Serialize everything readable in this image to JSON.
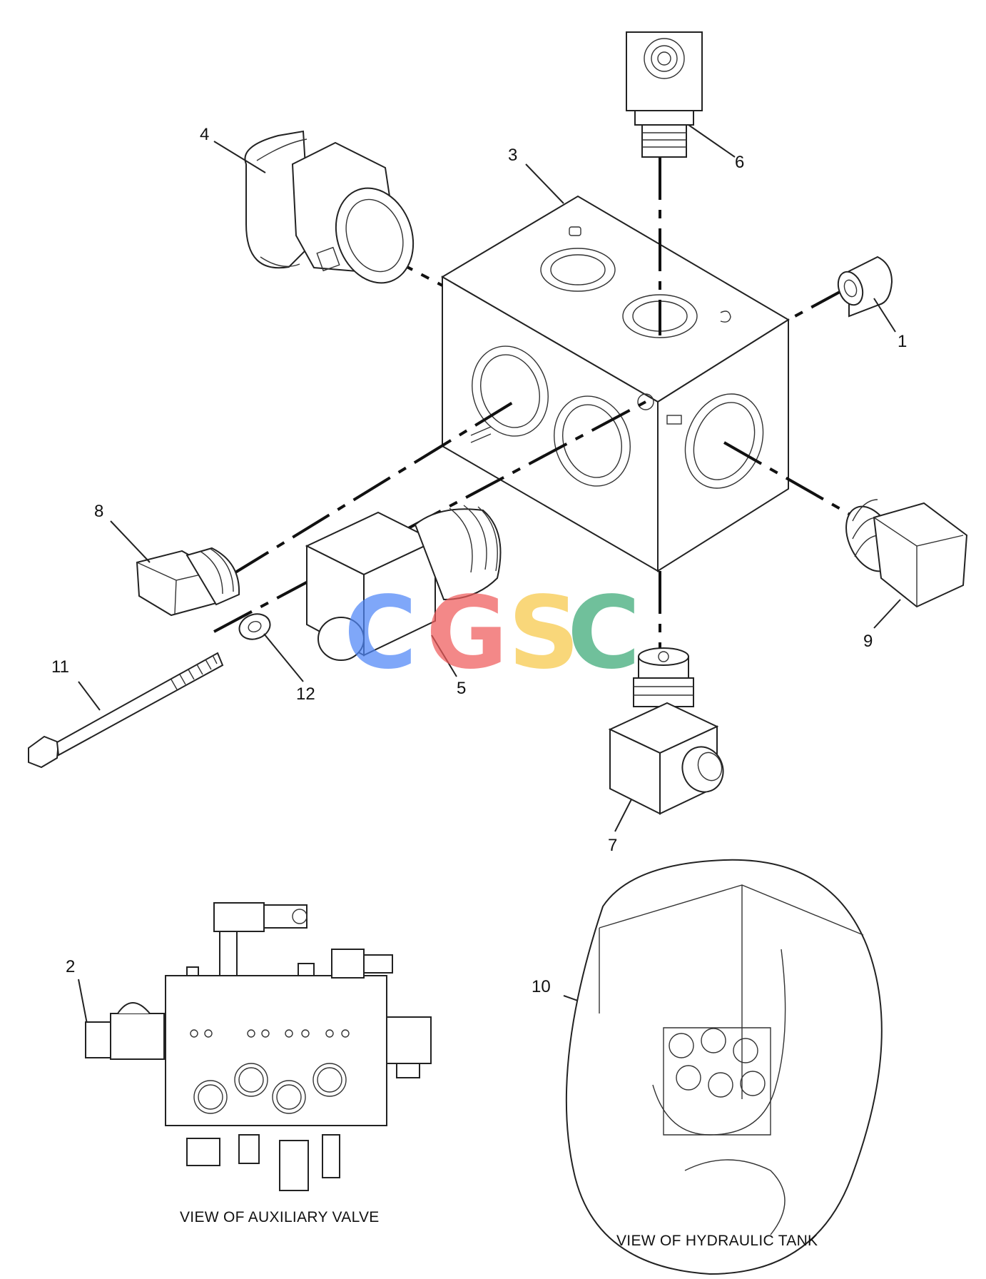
{
  "callouts": [
    "1",
    "2",
    "3",
    "4",
    "5",
    "6",
    "7",
    "8",
    "9",
    "10",
    "11",
    "12"
  ],
  "captions": {
    "auxiliary_valve": "VIEW OF AUXILIARY VALVE",
    "hydraulic_tank": "VIEW OF HYDRAULIC TANK"
  },
  "watermark": {
    "letters": [
      "C",
      "G",
      "S",
      "C"
    ],
    "colors": [
      "#4f86f7",
      "#ef5b5b",
      "#f7c948",
      "#3aa876"
    ]
  }
}
